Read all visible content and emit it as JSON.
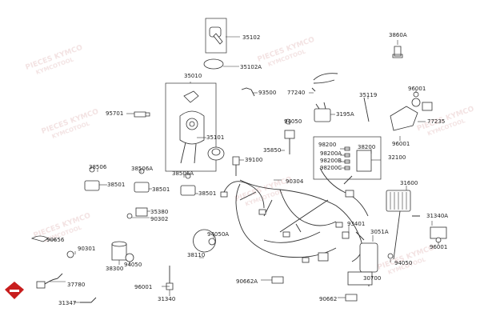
{
  "diagram": {
    "part_labels": [
      "35102",
      "35102A",
      "3860A",
      "35010",
      "93500",
      "77240",
      "95701",
      "35119",
      "96001",
      "3195A",
      "94050",
      "77235",
      "35101",
      "96001",
      "35850",
      "98200",
      "38200",
      "98200A",
      "98200B",
      "32100",
      "98200C",
      "39100",
      "38506",
      "38506A",
      "38506A",
      "90304",
      "38501",
      "38501",
      "38501",
      "31600",
      "35380",
      "90302",
      "31340A",
      "93401",
      "3051A",
      "90656",
      "94050A",
      "96001",
      "90301",
      "38110",
      "94050",
      "38300",
      "94050",
      "37780",
      "30700",
      "96001",
      "90662A",
      "31340",
      "31347",
      "90662"
    ],
    "watermarks": [
      "PIECES KYMCO",
      "KYMCOTOOL"
    ],
    "logo_icon": "kymco-red-logo-icon"
  }
}
